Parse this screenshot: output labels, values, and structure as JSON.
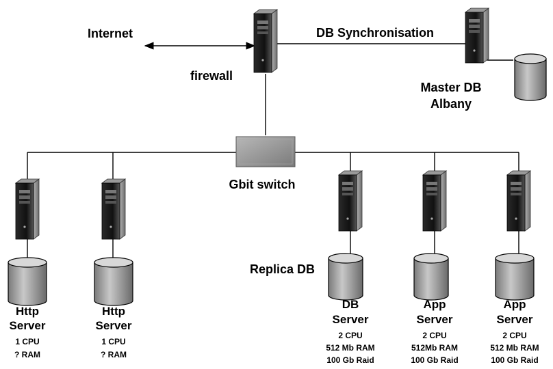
{
  "labels": {
    "internet": "Internet",
    "firewall": "firewall",
    "db_sync": "DB Synchronisation",
    "master_db_line1": "Master DB",
    "master_db_line2": "Albany",
    "gbit_switch": "Gbit switch",
    "replica_db": "Replica DB"
  },
  "servers": [
    {
      "line1": "Http",
      "line2": "Server",
      "spec1": "1 CPU",
      "spec2": "? RAM",
      "spec3": ""
    },
    {
      "line1": "Http",
      "line2": "Server",
      "spec1": "1 CPU",
      "spec2": "? RAM",
      "spec3": ""
    },
    {
      "line1": "DB",
      "line2": "Server",
      "spec1": "2 CPU",
      "spec2": "512 Mb RAM",
      "spec3": "100 Gb Raid"
    },
    {
      "line1": "App",
      "line2": "Server",
      "spec1": "2 CPU",
      "spec2": "512Mb RAM",
      "spec3": "100 Gb Raid"
    },
    {
      "line1": "App",
      "line2": "Server",
      "spec1": "2 CPU",
      "spec2": "512 Mb RAM",
      "spec3": "100 Gb Raid"
    }
  ],
  "icons": {
    "firewall": "server-tower-icon",
    "master": "server-tower-icon",
    "switch": "network-switch-icon",
    "database": "database-cylinder-icon"
  },
  "colors": {
    "line": "#000000",
    "tower_dark": "#1a1a1a",
    "tower_light": "#8a8a8a",
    "switch_fill": "#9a9a9a",
    "cylinder_fill": "#9c9c9c"
  }
}
